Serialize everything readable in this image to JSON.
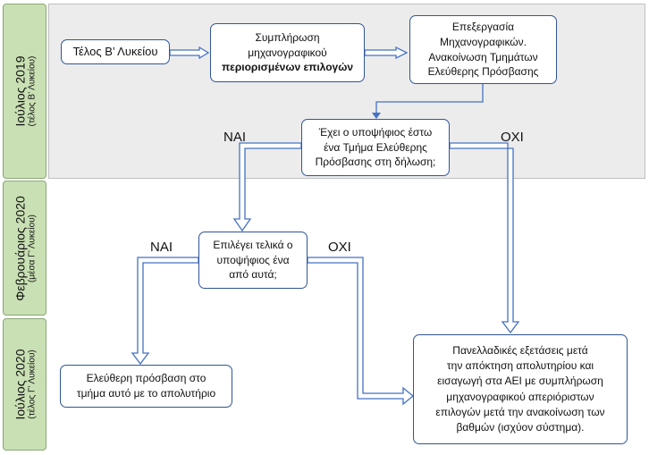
{
  "rows": [
    {
      "label": "Ιούλιος 2019",
      "sublabel": "(τέλος Β’ Λυκείου)"
    },
    {
      "label": "Φεβρουάριος 2020",
      "sublabel": "(μέσα Γ’ Λυκείου)"
    },
    {
      "label": "Ιούλιος 2020",
      "sublabel": "(τέλος Γ’ Λυκείου)"
    }
  ],
  "nodes": {
    "end_b": {
      "text": "Τέλος Β’ Λυκείου"
    },
    "fill": {
      "line1": "Συμπλήρωση",
      "line2": "μηχανογραφικού",
      "line3": "περιορισμένων επιλογών"
    },
    "process": {
      "line1": "Επεξεργασία",
      "line2": "Μηχανογραφικών.",
      "line3": "Ανακοίνωση Τμημάτων",
      "line4": "Ελεύθερης Πρόσβασης"
    },
    "question1": {
      "line1": "Έχει ο υποψήφιος έστω",
      "line2": "ένα Τμήμα Ελεύθερης",
      "line3": "Πρόσβασης στη δήλωση;"
    },
    "question2": {
      "line1": "Επιλέγει τελικά ο",
      "line2": "υποψήφιος ένα",
      "line3": "από αυτά;"
    },
    "free_access": {
      "line1": "Ελεύθερη πρόσβαση στο",
      "line2": "τμήμα αυτό με το απολυτήριο"
    },
    "exams": {
      "line1": "Πανελλαδικές εξετάσεις μετά",
      "line2": "την απόκτηση απολυτηρίου και",
      "line3": "εισαγωγή στα ΑΕΙ με συμπλήρωση",
      "line4": "μηχανογραφικού απεριόριστων",
      "line5": "επιλογών μετά την ανακοίνωση των",
      "line6": "βαθμών (ισχύον σύστημα)."
    }
  },
  "branch_labels": {
    "q1_yes": "ΝΑΙ",
    "q1_no": "ΟΧΙ",
    "q2_yes": "ΝΑΙ",
    "q2_no": "ΟΧΙ"
  },
  "colors": {
    "band": "#ececec",
    "sidebar": "#c9e0b4",
    "box_border": "#2f5597",
    "arrow": "#4472c4"
  }
}
